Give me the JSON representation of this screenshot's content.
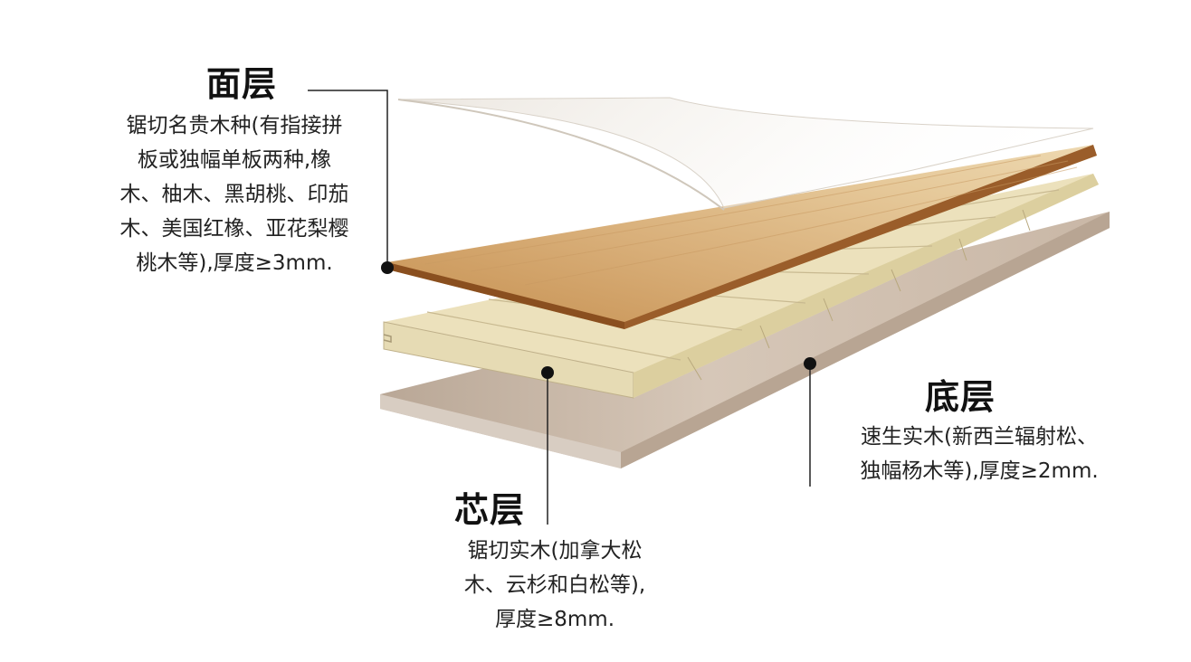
{
  "layers": [
    {
      "id": "surface",
      "title": "面层",
      "description": "锯切名贵木种(有指接拼\n板或独幅单板两种,橡\n木、柚木、黑胡桃、印茄\n木、美国红橡、亚花梨樱\n桃木等),厚度≥3mm.",
      "color": "#d9b07a"
    },
    {
      "id": "core",
      "title": "芯层",
      "description": "锯切实木(加拿大松\n木、云杉和白松等),\n厚度≥8mm.",
      "color": "#f1e8c4"
    },
    {
      "id": "bottom",
      "title": "底层",
      "description": "速生实木(新西兰辐射松、\n独幅杨木等),厚度≥2mm.",
      "color": "#d3c2b2"
    }
  ]
}
